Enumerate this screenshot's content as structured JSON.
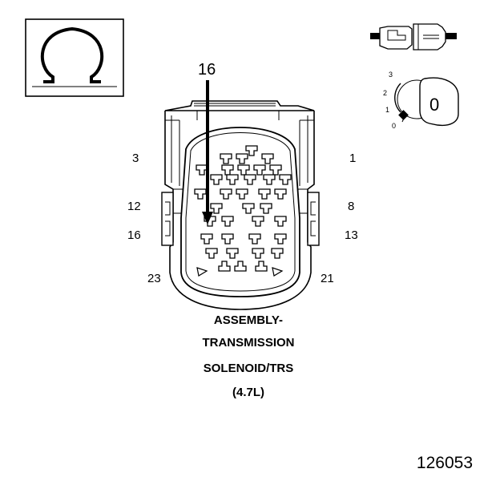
{
  "symbols": {
    "ohmmeter": "ohm-symbol",
    "connector_view": "connector-icon",
    "ignition_switch": "ignition-key-icon"
  },
  "ignition": {
    "positions": [
      "3",
      "2",
      "1",
      "0"
    ],
    "key_value": "0"
  },
  "connector": {
    "highlight_pin": "16",
    "pin_labels": {
      "left": [
        "3",
        "12",
        "16",
        "23"
      ],
      "right": [
        "1",
        "8",
        "13",
        "21"
      ]
    },
    "caption": [
      "ASSEMBLY-",
      "TRANSMISSION",
      "SOLENOID/TRS",
      "(4.7L)"
    ]
  },
  "figure_number": "126053"
}
